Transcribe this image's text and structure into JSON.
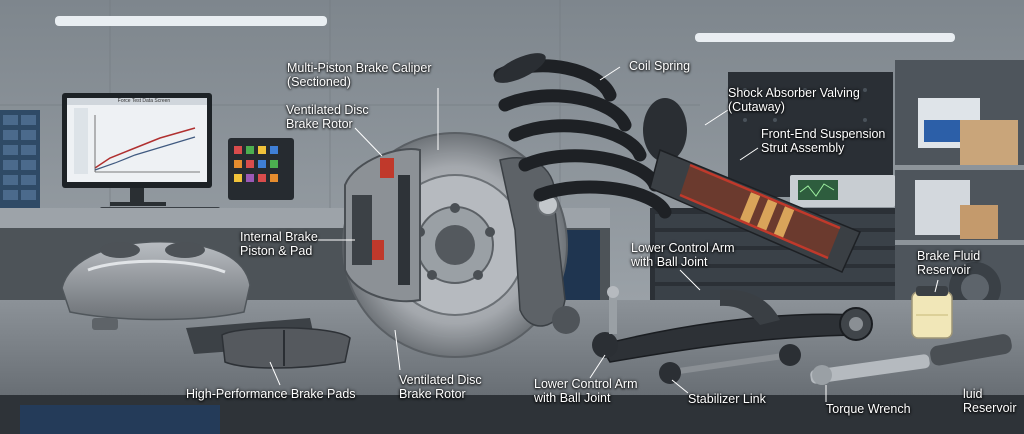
{
  "labels": {
    "caliper_sectioned": "Multi-Piston Brake Caliper\n(Sectioned)",
    "rotor_top": "Ventilated Disc\nBrake Rotor",
    "coil_spring": "Coil Spring",
    "shock_valving": "Shock Absorber Valving\n(Cutaway)",
    "strut_assembly": "Front-End Suspension\nStrut Assembly",
    "piston_pad": "Internal Brake\nPiston & Pad",
    "control_arm_top": "Lower Control Arm\nwith Ball Joint",
    "fluid_reservoir_top": "Brake Fluid\nReservoir",
    "brake_pads": "High-Performance Brake Pads",
    "rotor_bottom": "Ventilated Disc\nBrake Rotor",
    "control_arm_bottom": "Lower Control Arm\nwith Ball Joint",
    "stabilizer_link": "Stabilizer Link",
    "torque_wrench": "Torque Wrench",
    "fluid_reservoir_bottom": "luid\nReservoir"
  },
  "monitor": {
    "chart_title": "Force Test Data Screen"
  },
  "colors": {
    "wall": "#8a9096",
    "bench": "#6f757b",
    "caliper_red": "#c0392b",
    "label_text": "#ffffff"
  }
}
